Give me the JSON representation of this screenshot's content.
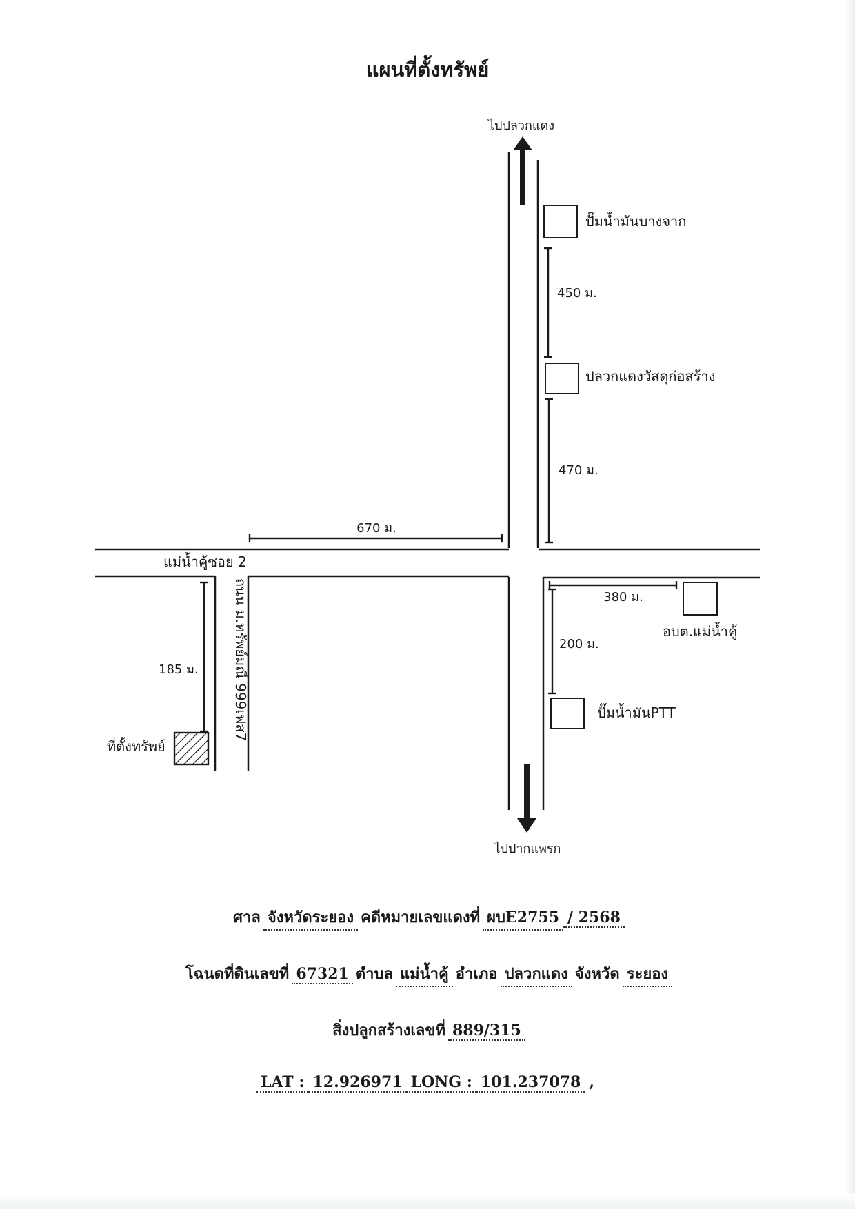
{
  "title": "แผนที่ตั้งทรัพย์",
  "labels": {
    "north": "ไปปลวกแดง",
    "south": "ไปปากแพรก",
    "gas_station_top": "ปั๊มน้ำมันบางจาก",
    "building_store": "ปลวกแดงวัสดุก่อสร้าง",
    "sao": "อบต.แม่น้ำคู้",
    "gas_ptt": "ปั๊มน้ำมันPTT",
    "soi_road": "แม่น้ำคู้ซอย 2",
    "side_road": "ถนน ม.ทรัพย์มณี 999เฟส7",
    "property": "ที่ตั้งทรัพย์"
  },
  "distances": {
    "d450": "450 ม.",
    "d470": "470 ม.",
    "d670": "670 ม.",
    "d380": "380 ม.",
    "d200": "200 ม.",
    "d185": "185 ม."
  },
  "footer": {
    "court_label": "ศาล",
    "court_value": "จังหวัดระยอง",
    "case_label": "คดีหมายเลขแดงที่",
    "case_value": "ผบE2755",
    "case_year": "/ 2568",
    "deed_label": "โฉนดที่ดินเลขที่",
    "deed_value": "67321",
    "tambon_label": "ตำบล",
    "tambon_value": "แม่น้ำคู้",
    "amphoe_label": "อำเภอ",
    "amphoe_value": "ปลวกแดง",
    "province_label": "จังหวัด",
    "province_value": "ระยอง",
    "building_label": "สิ่งปลูกสร้างเลขที่",
    "building_value": "889/315",
    "lat_label": "LAT :",
    "lat_value": "12.926971",
    "long_label": "LONG :",
    "long_value": "101.237078",
    "coord_tail": ","
  }
}
